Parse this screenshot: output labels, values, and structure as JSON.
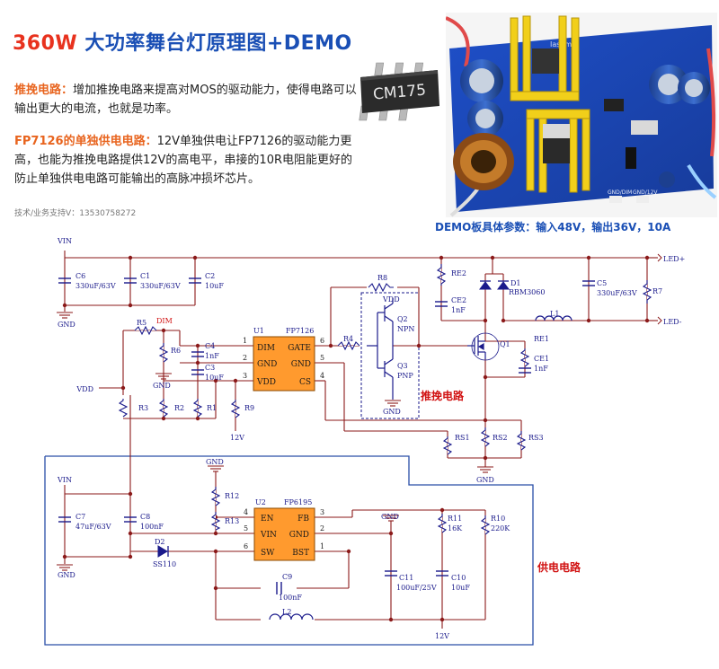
{
  "header": {
    "title_prefix": "360W",
    "title_rest": "大功率舞台灯原理图+DEMO"
  },
  "intro": {
    "push_pull_label": "推挽电路：",
    "push_pull_text": "增加推挽电路来提高对MOS的驱动能力，使得电路可以输出更大的电流，也就是功率。",
    "fp_label": "FP7126的单独供电电路：",
    "fp_text": "12V单独供电让FP7126的驱动能力更高，也能为推挽电路提供12V的高电平，串接的10R电阻能更好的防止单独供电电路可能输出的高脉冲损坏芯片。",
    "contact": "技术/业务支持V：13530758272"
  },
  "chip_photo": {
    "marking": "CM175"
  },
  "board_photo": {
    "silk_top": "Iasemi",
    "silk_bottom_left": "GND/DIM",
    "silk_bottom_right": "GND/12V"
  },
  "demo_params": "DEMO板具体参数：输入48V，输出36V，10A",
  "colors": {
    "title_red": "#e8321e",
    "title_blue": "#1a4fb5",
    "highlight_orange": "#e8641e",
    "wire": "#8b1a1a",
    "component": "#1a1a8b",
    "ic_fill": "#ff9a2e",
    "section_red": "#d11111",
    "frame_blue": "#2a4fa8"
  },
  "schematic": {
    "labels": {
      "vin": "VIN",
      "gnd": "GND",
      "dim": "DIM",
      "vdd": "VDD",
      "v12": "12V",
      "led_plus": "LED+",
      "led_minus": "LED-",
      "push_pull_section": "推挽电路",
      "supply_section": "供电电路"
    },
    "u1": {
      "ref": "U1",
      "name": "FP7126",
      "pins_left": [
        "DIM",
        "GND",
        "VDD"
      ],
      "pins_right": [
        "GATE",
        "GND",
        "CS"
      ],
      "pin_nums_left": [
        "1",
        "2",
        "3"
      ],
      "pin_nums_right": [
        "6",
        "5",
        "4"
      ]
    },
    "u2": {
      "ref": "U2",
      "name": "FP6195",
      "pins_left": [
        "EN",
        "VIN",
        "SW"
      ],
      "pins_right": [
        "FB",
        "GND",
        "BST"
      ],
      "pin_nums_left": [
        "4",
        "5",
        "6"
      ],
      "pin_nums_right": [
        "3",
        "2",
        "1"
      ]
    },
    "components": {
      "c6": {
        "ref": "C6",
        "value": "330uF/63V"
      },
      "c1": {
        "ref": "C1",
        "value": "330uF/63V"
      },
      "c2": {
        "ref": "C2",
        "value": "10uF"
      },
      "r5": {
        "ref": "R5"
      },
      "r6": {
        "ref": "R6"
      },
      "c4": {
        "ref": "C4",
        "value": "1nF"
      },
      "c3": {
        "ref": "C3",
        "value": "10uF"
      },
      "r3": {
        "ref": "R3"
      },
      "r2": {
        "ref": "R2"
      },
      "r1": {
        "ref": "R1"
      },
      "r9": {
        "ref": "R9"
      },
      "r4": {
        "ref": "R4"
      },
      "r8": {
        "ref": "R8"
      },
      "q2": {
        "ref": "Q2",
        "value": "NPN"
      },
      "q3": {
        "ref": "Q3",
        "value": "PNP"
      },
      "re2": {
        "ref": "RE2"
      },
      "ce2": {
        "ref": "CE2",
        "value": "1nF"
      },
      "d1": {
        "ref": "D1",
        "value": "RBM3060"
      },
      "c5": {
        "ref": "C5",
        "value": "330uF/63V"
      },
      "r7": {
        "ref": "R7"
      },
      "l1": {
        "ref": "L1"
      },
      "q1": {
        "ref": "Q1"
      },
      "re1": {
        "ref": "RE1"
      },
      "ce1": {
        "ref": "CE1",
        "value": "1nF"
      },
      "rs1": {
        "ref": "RS1"
      },
      "rs2": {
        "ref": "RS2"
      },
      "rs3": {
        "ref": "RS3"
      },
      "c7": {
        "ref": "C7",
        "value": "47uF/63V"
      },
      "c8": {
        "ref": "C8",
        "value": "100nF"
      },
      "r12": {
        "ref": "R12"
      },
      "r13": {
        "ref": "R13"
      },
      "d2": {
        "ref": "D2",
        "value": "SS110"
      },
      "c9": {
        "ref": "C9",
        "value": "100nF"
      },
      "l2": {
        "ref": "L2"
      },
      "r11": {
        "ref": "R11",
        "value": "16K"
      },
      "r10": {
        "ref": "R10",
        "value": "220K"
      },
      "c11": {
        "ref": "C11",
        "value": "100uF/25V"
      },
      "c10": {
        "ref": "C10",
        "value": "10uF"
      }
    }
  }
}
